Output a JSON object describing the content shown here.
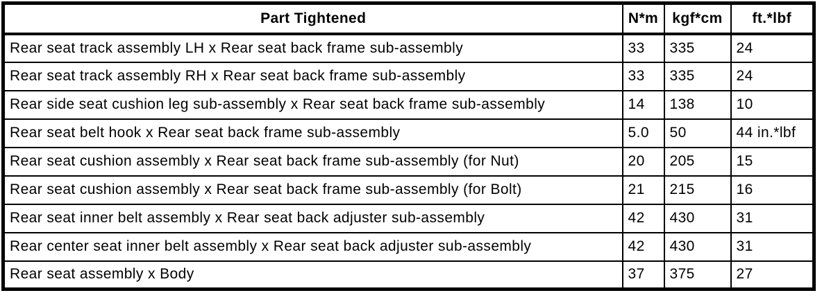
{
  "table": {
    "columns": [
      {
        "label": "Part Tightened"
      },
      {
        "label": "N*m"
      },
      {
        "label": "kgf*cm"
      },
      {
        "label": "ft.*lbf"
      }
    ],
    "rows": [
      {
        "part": "Rear seat track assembly LH x Rear seat back frame sub-assembly",
        "nm": "33",
        "kgfcm": "335",
        "ftlbf": "24"
      },
      {
        "part": "Rear seat track assembly RH x Rear seat back frame sub-assembly",
        "nm": "33",
        "kgfcm": "335",
        "ftlbf": "24"
      },
      {
        "part": "Rear side seat cushion leg sub-assembly x Rear seat back frame sub-assembly",
        "nm": "14",
        "kgfcm": "138",
        "ftlbf": "10"
      },
      {
        "part": "Rear seat belt hook x Rear seat back frame sub-assembly",
        "nm": "5.0",
        "kgfcm": "50",
        "ftlbf": "44 in.*lbf"
      },
      {
        "part": "Rear seat cushion assembly x Rear seat back frame sub-assembly (for Nut)",
        "nm": "20",
        "kgfcm": "205",
        "ftlbf": "15"
      },
      {
        "part": "Rear seat cushion assembly x Rear seat back frame sub-assembly (for Bolt)",
        "nm": "21",
        "kgfcm": "215",
        "ftlbf": "16"
      },
      {
        "part": "Rear seat inner belt assembly x Rear seat back adjuster sub-assembly",
        "nm": "42",
        "kgfcm": "430",
        "ftlbf": "31"
      },
      {
        "part": "Rear center seat inner belt assembly x Rear seat back adjuster sub-assembly",
        "nm": "42",
        "kgfcm": "430",
        "ftlbf": "31"
      },
      {
        "part": "Rear seat assembly x Body",
        "nm": "37",
        "kgfcm": "375",
        "ftlbf": "27"
      }
    ]
  },
  "colors": {
    "border": "#000000",
    "text": "#000000",
    "background": "#ffffff"
  }
}
